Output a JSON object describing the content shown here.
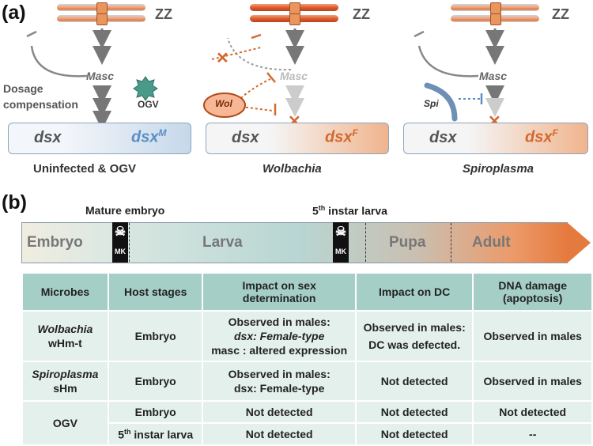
{
  "panel_a": {
    "label": "(a)",
    "columns": [
      {
        "zz": "ZZ",
        "masc": "Masc",
        "dosage": "Dosage\ncompensation",
        "ogv": "OGV",
        "dsx": "dsx",
        "dsx_out": "dsx",
        "dsx_out_sup": "M",
        "caption": "Uninfected & OGV"
      },
      {
        "zz": "ZZ",
        "masc": "Masc",
        "wol": "Wol",
        "dsx": "dsx",
        "dsx_out": "dsx",
        "dsx_out_sup": "F",
        "caption": "Wolbachia"
      },
      {
        "zz": "ZZ",
        "masc": "Masc",
        "spi": "Spi",
        "dsx": "dsx",
        "dsx_out": "dsx",
        "dsx_out_sup": "F",
        "caption": "Spiroplasma"
      }
    ],
    "colors": {
      "blue": "#5b8fc4",
      "orange": "#d4692f",
      "gray": "#777777"
    }
  },
  "panel_b": {
    "label": "(b)",
    "markers": [
      {
        "label": "Mature embryo"
      },
      {
        "label": "5",
        "sup": "th",
        "rest": " instar larva"
      }
    ],
    "stages": [
      "Embryo",
      "Larva",
      "Pupa",
      "Adult"
    ],
    "mk": "MK",
    "table": {
      "headers": [
        "Microbes",
        "Host stages",
        "Impact on sex\ndetermination",
        "Impact on DC",
        "DNA damage\n(apoptosis)"
      ],
      "rows": [
        {
          "microbe": "Wolbachia",
          "microbe2": "wHm-t",
          "stage": "Embryo",
          "sex": [
            "Observed in males:",
            "dsx: Female-type",
            "masc : altered expression"
          ],
          "dc": [
            "Observed in males:",
            "DC was defected."
          ],
          "dna": "Observed in males"
        },
        {
          "microbe": "Spiroplasma",
          "microbe2": "sHm",
          "stage": "Embryo",
          "sex": [
            "Observed in males:",
            "dsx: Female-type"
          ],
          "dc": [
            "Not detected"
          ],
          "dna": "Observed in males"
        },
        {
          "microbe": "OGV",
          "stage": "Embryo",
          "sex": [
            "Not detected"
          ],
          "dc": [
            "Not detected"
          ],
          "dna": "Not detected"
        },
        {
          "stage_num": "5",
          "stage_sup": "th",
          "stage_rest": " instar larva",
          "sex": [
            "Not detected"
          ],
          "dc": [
            "Not detected"
          ],
          "dna": "--"
        }
      ]
    }
  }
}
